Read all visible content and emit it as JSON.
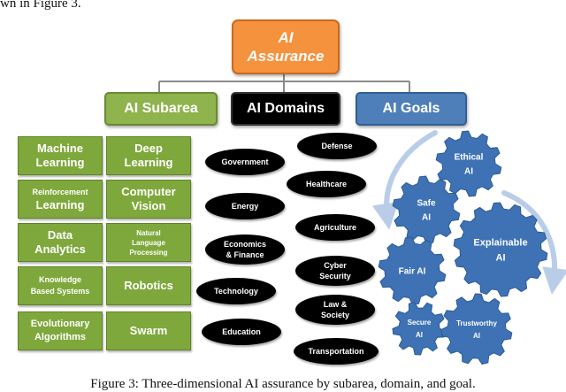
{
  "intro_text": "wn in Figure 3.",
  "caption": "Figure 3: Three-dimensional AI assurance by subarea, domain, and goal.",
  "root": {
    "line1": "AI",
    "line2": "Assurance"
  },
  "categories": {
    "subarea": "AI Subarea",
    "domains": "AI Domains",
    "goals": "AI Goals"
  },
  "subareas": [
    {
      "lines": [
        "Machine",
        "Learning"
      ]
    },
    {
      "lines": [
        "Deep",
        "Learning"
      ]
    },
    {
      "lines": [
        "Reinforcement",
        "Learning"
      ]
    },
    {
      "lines": [
        "Computer",
        "Vision"
      ]
    },
    {
      "lines": [
        "Data",
        "Analytics"
      ]
    },
    {
      "lines": [
        "Natural",
        "Language",
        "Processing"
      ]
    },
    {
      "lines": [
        "Knowledge",
        "Based Systems"
      ]
    },
    {
      "lines": [
        "Robotics"
      ]
    },
    {
      "lines": [
        "Evolutionary",
        "Algorithms"
      ]
    },
    {
      "lines": [
        "Swarm"
      ]
    }
  ],
  "domains": [
    {
      "lines": [
        "Defense"
      ]
    },
    {
      "lines": [
        "Government"
      ]
    },
    {
      "lines": [
        "Healthcare"
      ]
    },
    {
      "lines": [
        "Energy"
      ]
    },
    {
      "lines": [
        "Agriculture"
      ]
    },
    {
      "lines": [
        "Economics",
        "& Finance"
      ]
    },
    {
      "lines": [
        "Cyber",
        "Security"
      ]
    },
    {
      "lines": [
        "Technology"
      ]
    },
    {
      "lines": [
        "Law &",
        "Society"
      ]
    },
    {
      "lines": [
        "Education"
      ]
    },
    {
      "lines": [
        "Transportation"
      ]
    }
  ],
  "goals": [
    {
      "lines": [
        "Ethical",
        "AI"
      ]
    },
    {
      "lines": [
        "Safe",
        "AI"
      ]
    },
    {
      "lines": [
        "Explainable",
        "AI"
      ]
    },
    {
      "lines": [
        "Fair AI"
      ]
    },
    {
      "lines": [
        "Secure",
        "AI"
      ]
    },
    {
      "lines": [
        "Trustworthy",
        "AI"
      ]
    }
  ],
  "colors": {
    "root_fill": "#f5923e",
    "subarea_fill": "#7fa83c",
    "domain_fill": "#000000",
    "goal_fill": "#3e72b4",
    "connector": "#8a8a8a"
  }
}
